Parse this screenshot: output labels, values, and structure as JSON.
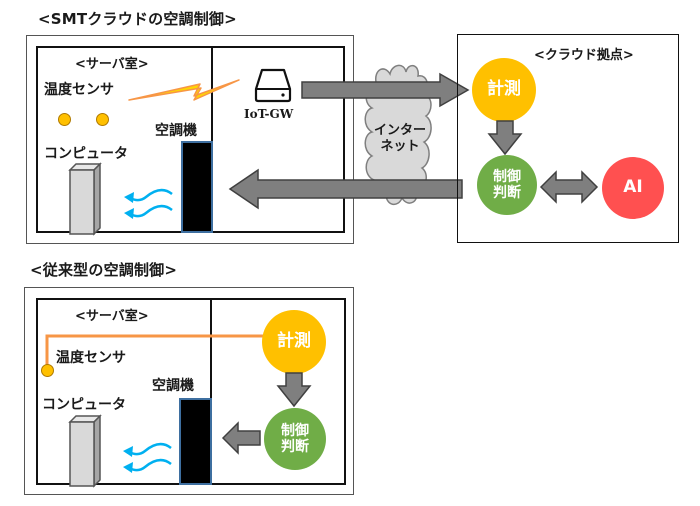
{
  "colors": {
    "measure": "#ffc000",
    "control": "#70ad47",
    "ai": "#ff5050",
    "arrow": "#7f7f7f",
    "airflow": "#00b0f0",
    "sensor_line": "#f79646",
    "lightning": "#ffd700"
  },
  "smt": {
    "title": "<SMTクラウドの空調制御>",
    "server_room_label": "<サーバ室>",
    "temp_sensor_label": "温度センサ",
    "computer_label": "コンピュータ",
    "ac_label": "空調機",
    "gateway_label": "IoT-GW",
    "internet_label_line1": "インター",
    "internet_label_line2": "ネット",
    "cloud_site_label": "<クラウド拠点>",
    "measure_label": "計測",
    "control_line1": "制御",
    "control_line2": "判断",
    "ai_label": "AI"
  },
  "conventional": {
    "title": "<従来型の空調制御>",
    "server_room_label": "<サーバ室>",
    "temp_sensor_label": "温度センサ",
    "computer_label": "コンピュータ",
    "ac_label": "空調機",
    "measure_label": "計測",
    "control_line1": "制御",
    "control_line2": "判断"
  }
}
